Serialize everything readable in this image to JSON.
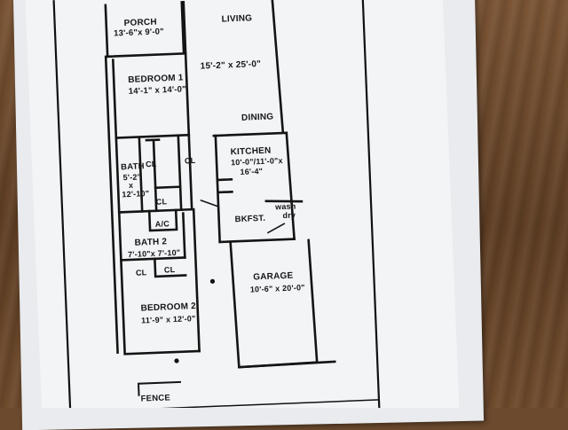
{
  "rooms": {
    "porch": {
      "name": "PORCH",
      "dims": "13'-6\"x 9'-0\""
    },
    "living": {
      "name": "LIVING",
      "dims": "15'-2\" x 25'-0\""
    },
    "dining": {
      "name": "DINING"
    },
    "bedroom1": {
      "name": "BEDROOM 1",
      "dims": "14'-1\" x 14'-0\""
    },
    "bath": {
      "name": "BATH",
      "dims_line1": "5'-2\"",
      "dims_line2": "x",
      "dims_line3": "12'-10\""
    },
    "kitchen": {
      "name": "KITCHEN",
      "dims_line1": "10'-0\"/11'-0\"x",
      "dims_line2": "16'-4\""
    },
    "breakfast": {
      "name": "BKFST."
    },
    "wash_dry": {
      "line1": "wash",
      "line2": "dry"
    },
    "bath2": {
      "name": "BATH 2",
      "dims": "7'-10\"x 7'-10\""
    },
    "ac": {
      "name": "A/C"
    },
    "closets": {
      "cl_a": "CL",
      "cl_b": "CL",
      "cl_c": "CL",
      "cl_d": "CL",
      "cl_e": "CL"
    },
    "garage": {
      "name": "GARAGE",
      "dims": "10'-6\" x 20'-0\""
    },
    "bedroom2": {
      "name": "BEDROOM 2",
      "dims": "11'-9\" x 12'-0\""
    },
    "fence": {
      "name": "FENCE"
    }
  },
  "colors": {
    "ink": "#151515",
    "paper": "#f3f4f6",
    "wood": "#6b4a2e"
  }
}
